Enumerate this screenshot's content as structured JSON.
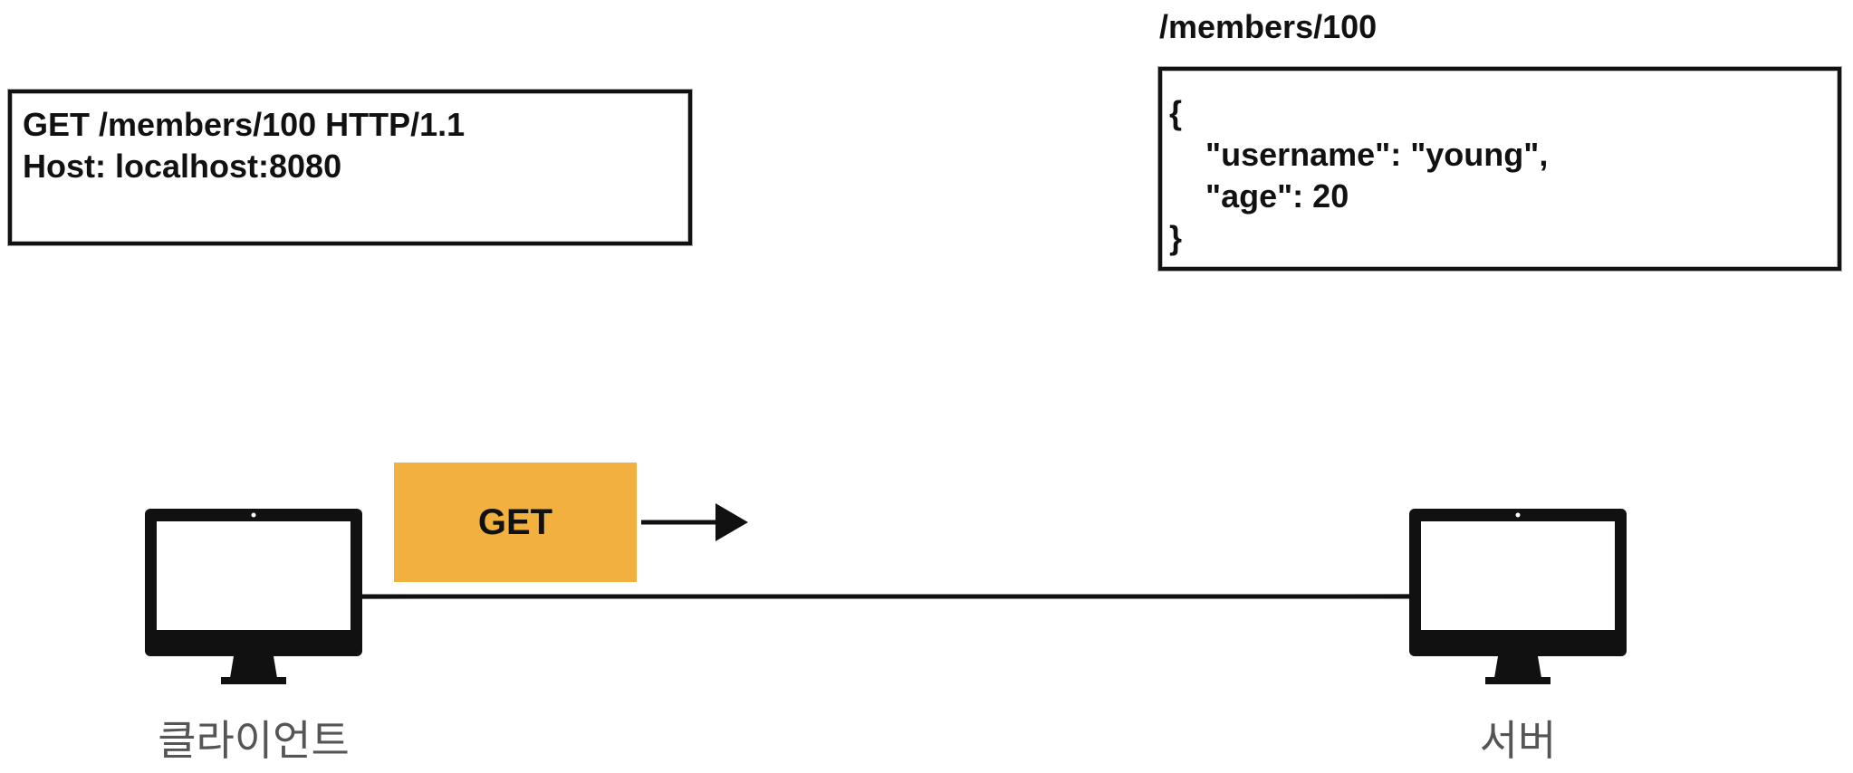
{
  "request": {
    "lines": [
      "GET /members/100 HTTP/1.1",
      "Host: localhost:8080"
    ]
  },
  "response": {
    "resource": "/members/100",
    "lines": [
      "{",
      "    \"username\": \"young\",",
      "    \"age\": 20",
      "}"
    ]
  },
  "message": {
    "method": "GET",
    "color": "#F2B13E"
  },
  "client": {
    "label": "클라이언트",
    "icon": "monitor-icon"
  },
  "server": {
    "label": "서버",
    "icon": "monitor-icon"
  }
}
